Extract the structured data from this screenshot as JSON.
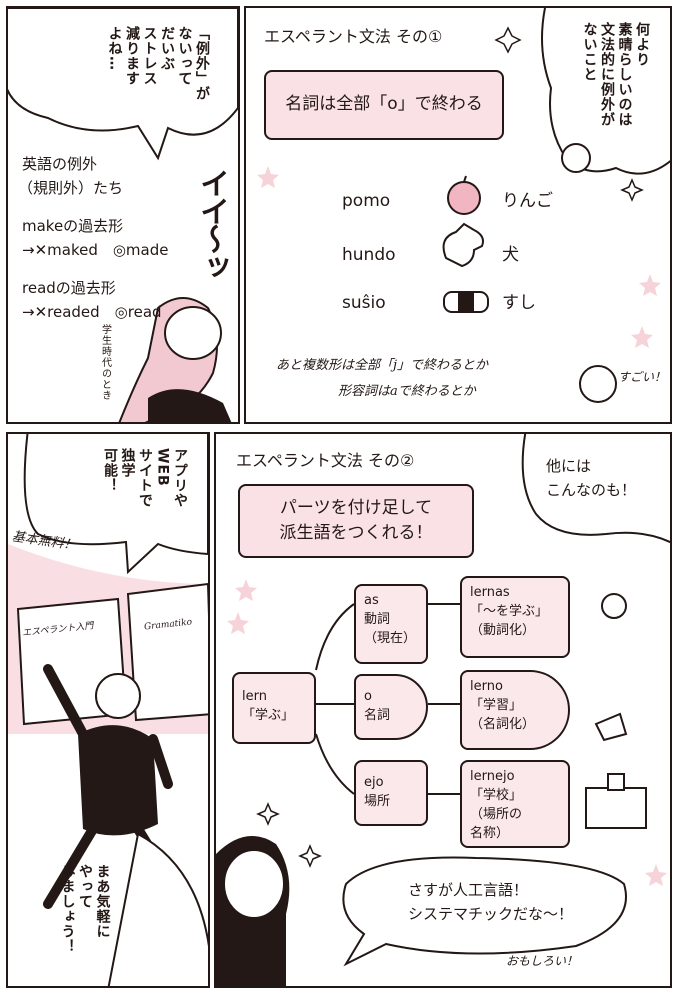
{
  "p1": {
    "bubble": [
      "「例外」が",
      "ないって",
      "だいぶ",
      "ストレス",
      "減ります",
      "よね…"
    ],
    "title": "英語の例外",
    "title2": "（規則外）たち",
    "ex1": "makeの過去形",
    "ex1b": "→✕maked　◎made",
    "ex2": "readの過去形",
    "ex2b": "→✕readed　◎read",
    "sfx": "イイ〜ッ",
    "note": "学生時代のとき"
  },
  "p2": {
    "title": "エスペラント文法 その①",
    "box": "名詞は全部「o」で終わる",
    "bubble": [
      "何より",
      "素晴らしいのは",
      "文法的に例外が",
      "ないこと"
    ],
    "rows": [
      {
        "word": "pomo",
        "meaning": "りんご"
      },
      {
        "word": "hundo",
        "meaning": "犬"
      },
      {
        "word": "suŝio",
        "meaning": "すし"
      }
    ],
    "note1": "あと複数形は全部「j」で終わるとか",
    "note2": "形容詞はaで終わるとか",
    "sugoi": "すごい！"
  },
  "p3": {
    "bubble": [
      "アプリや",
      "WEB",
      "サイトで",
      "独学",
      "可能！"
    ],
    "free": "基本無料！",
    "book": "エスペラント入門",
    "book2": "Gramatiko",
    "bottom": [
      "まあ気軽に",
      "やって",
      "みましょう！"
    ]
  },
  "p4": {
    "title": "エスペラント文法 その②",
    "box": [
      "パーツを付け足して",
      "派生語をつくれる！"
    ],
    "bubble": [
      "他には",
      "こんなのも！"
    ],
    "root": [
      "lern",
      "「学ぶ」"
    ],
    "mid": [
      [
        "as",
        "動詞",
        "（現在）"
      ],
      [
        "o",
        "名詞"
      ],
      [
        "ejo",
        "場所"
      ]
    ],
    "out": [
      [
        "lernas",
        "「〜を学ぶ」",
        "（動詞化）"
      ],
      [
        "lerno",
        "「学習」",
        "（名詞化）"
      ],
      [
        "lernejo",
        "「学校」",
        "（場所の",
        "名称）"
      ]
    ],
    "bottom": [
      "さすが人工言語！",
      "システマチックだな〜！"
    ],
    "omoshiroi": "おもしろい！"
  }
}
